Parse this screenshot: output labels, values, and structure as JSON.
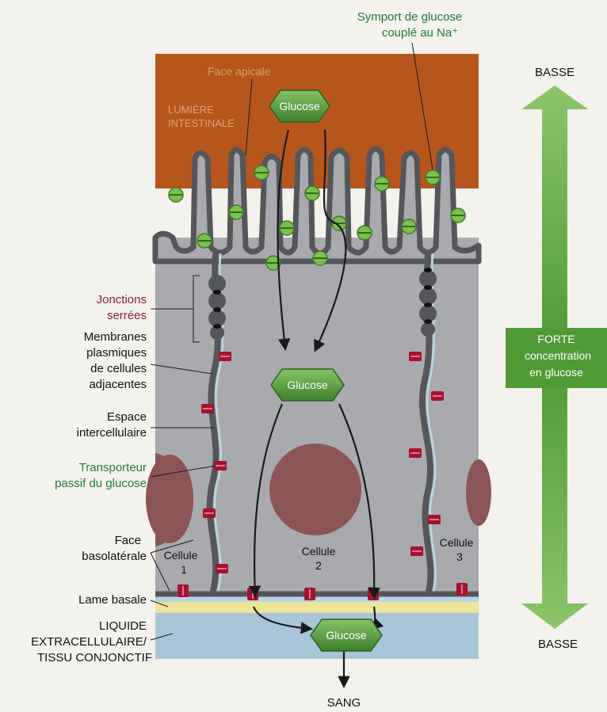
{
  "labels": {
    "symport_line1": "Symport de glucose",
    "symport_line2": "couplé au Na⁺",
    "face_apicale": "Face apicale",
    "lumiere_line1": "LUMIÈRE",
    "lumiere_line2": "INTESTINALE",
    "glucose": "Glucose",
    "jonctions_line1": "Jonctions",
    "jonctions_line2": "serrées",
    "membranes_line1": "Membranes",
    "membranes_line2": "plasmiques",
    "membranes_line3": "de cellules",
    "membranes_line4": "adjacentes",
    "espace_line1": "Espace",
    "espace_line2": "intercellulaire",
    "transporteur_line1": "Transporteur",
    "transporteur_line2": "passif du glucose",
    "face_baso_line1": "Face",
    "face_baso_line2": "basolatérale",
    "cellule1_line1": "Cellule",
    "cellule1_line2": "1",
    "cellule2_line1": "Cellule",
    "cellule2_line2": "2",
    "cellule3_line1": "Cellule",
    "cellule3_line2": "3",
    "lame_basale": "Lame basale",
    "liquide_line1": "LIQUIDE",
    "liquide_line2": "EXTRACELLULAIRE/",
    "liquide_line3": "TISSU CONJONCTIF",
    "sang": "SANG"
  },
  "gradient": {
    "top": "BASSE",
    "middle_line1": "FORTE",
    "middle_line2": "concentration",
    "middle_line3": "en glucose",
    "bottom": "BASSE"
  },
  "colors": {
    "lumen": "#b7561c",
    "cytoplasm": "#a9aaad",
    "membrane": "#55565a",
    "symport": "#7bbf4e",
    "passive_transporter": "#a5122f",
    "nucleus": "#8b5555",
    "basal_lamina": "#efe59a",
    "extracellular": "#a9c5d8",
    "glucose_hex": "#5a9e3e",
    "gradient_arrow": "#6cae48"
  }
}
